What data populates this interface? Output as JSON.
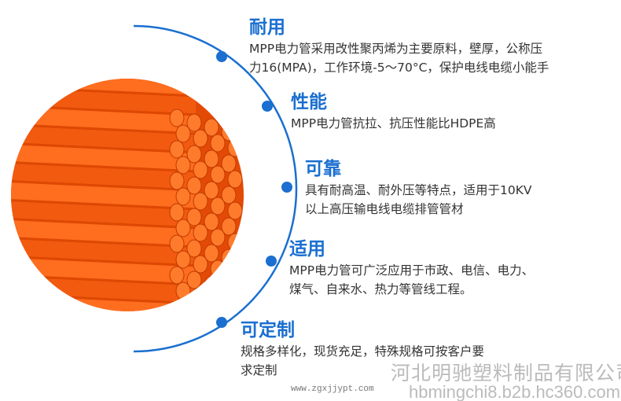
{
  "features": [
    {
      "title": "耐用",
      "lines": [
        "MPP电力管采用改性聚丙烯为主要原料，壁厚，公称压",
        "力16(MPA)，工作环境-5～70°C，保护电线电缆小能手"
      ]
    },
    {
      "title": "性能",
      "lines": [
        "MPP电力管抗拉、抗压性能比HDPE高"
      ]
    },
    {
      "title": "可靠",
      "lines": [
        "具有耐高温、耐外压等特点，适用于10KV",
        "以上高压输电线电缆排管管材"
      ]
    },
    {
      "title": "适用",
      "lines": [
        "MPP电力管可广泛应用于市政、电信、电力、",
        "煤气、自来水、热力等管线工程。"
      ]
    },
    {
      "title": "可定制",
      "lines": [
        "规格多样化，现货充足，特殊规格可按客户要",
        "求定制"
      ]
    }
  ],
  "watermark": {
    "company": "河北明驰塑料制品有限公司",
    "site1": "www.zgxjjypt.com",
    "site2": "hbmingchi8.b2b.hc360.com"
  },
  "colors": {
    "accent": "#1a6fd0",
    "pipe": "#f25a0f"
  }
}
